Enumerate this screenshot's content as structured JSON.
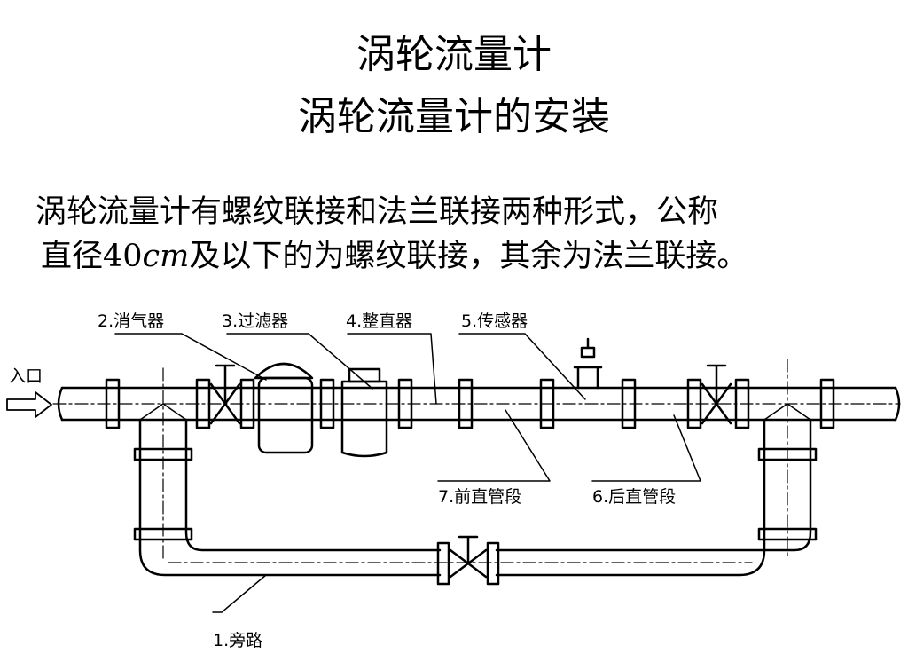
{
  "title": "涡轮流量计",
  "subtitle": "涡轮流量计的安装",
  "description": {
    "line1": "涡轮流量计有螺纹联接和法兰联接两种形式，公称",
    "line2_prefix": "直径40",
    "line2_unit": "cm",
    "line2_suffix": "及以下的为螺纹联接，其余为法兰联接。"
  },
  "diagram": {
    "inlet_label": "入口",
    "labels": {
      "bypass": "1.旁路",
      "degasser": "2.消气器",
      "filter": "3.过滤器",
      "straightener": "4.整直器",
      "sensor": "5.传感器",
      "rear_straight": "6.后直管段",
      "front_straight": "7.前直管段"
    },
    "line_color": "#000000"
  }
}
